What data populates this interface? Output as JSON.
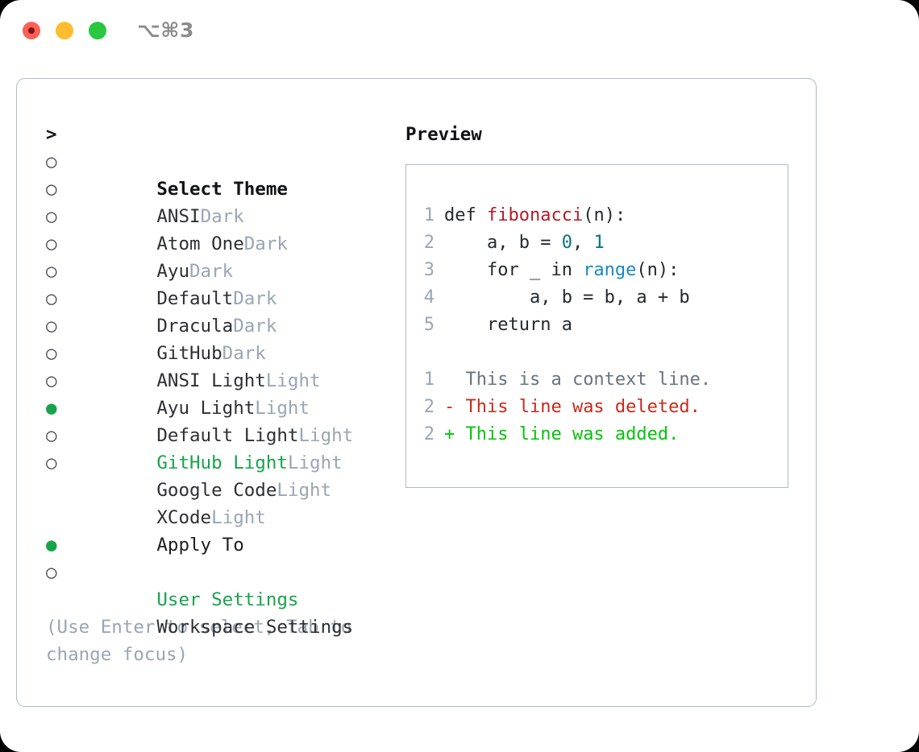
{
  "window": {
    "shortcut_label": "⌥⌘3",
    "traffic_lights": [
      {
        "name": "close",
        "color": "#ff5f57"
      },
      {
        "name": "minimize",
        "color": "#febc2e"
      },
      {
        "name": "zoom",
        "color": "#28c840"
      }
    ]
  },
  "theme_picker": {
    "caret": ">",
    "title": "Select Theme",
    "selected_marker": "●",
    "unselected_marker": "○",
    "items": [
      {
        "name": "ANSI",
        "tag": "Dark",
        "selected": false
      },
      {
        "name": "Atom One",
        "tag": "Dark",
        "selected": false
      },
      {
        "name": "Ayu",
        "tag": "Dark",
        "selected": false
      },
      {
        "name": "Default",
        "tag": "Dark",
        "selected": false
      },
      {
        "name": "Dracula",
        "tag": "Dark",
        "selected": false
      },
      {
        "name": "GitHub",
        "tag": "Dark",
        "selected": false
      },
      {
        "name": "ANSI Light",
        "tag": "Light",
        "selected": false
      },
      {
        "name": "Ayu Light",
        "tag": "Light",
        "selected": false
      },
      {
        "name": "Default Light",
        "tag": "Light",
        "selected": false
      },
      {
        "name": "GitHub Light",
        "tag": "Light",
        "selected": true
      },
      {
        "name": "Google Code",
        "tag": "Light",
        "selected": false
      },
      {
        "name": "XCode",
        "tag": "Light",
        "selected": false
      }
    ]
  },
  "apply_to": {
    "title": "Apply To",
    "items": [
      {
        "name": "User Settings",
        "selected": true
      },
      {
        "name": "Workspace Settings",
        "selected": false
      }
    ]
  },
  "hint": "(Use Enter to select, Tab to change focus)",
  "preview": {
    "title": "Preview",
    "code_lines": [
      {
        "lineno": "1",
        "tokens": [
          {
            "text": "def ",
            "kind": "plain"
          },
          {
            "text": "fibonacci",
            "kind": "fn"
          },
          {
            "text": "(n):",
            "kind": "plain"
          }
        ]
      },
      {
        "lineno": "2",
        "tokens": [
          {
            "text": "    a, b = ",
            "kind": "plain"
          },
          {
            "text": "0",
            "kind": "num"
          },
          {
            "text": ", ",
            "kind": "plain"
          },
          {
            "text": "1",
            "kind": "num"
          }
        ]
      },
      {
        "lineno": "3",
        "tokens": [
          {
            "text": "    for _ in ",
            "kind": "plain"
          },
          {
            "text": "range",
            "kind": "builtin"
          },
          {
            "text": "(n):",
            "kind": "plain"
          }
        ]
      },
      {
        "lineno": "4",
        "tokens": [
          {
            "text": "        a, b = b, a + b",
            "kind": "plain"
          }
        ]
      },
      {
        "lineno": "5",
        "tokens": [
          {
            "text": "    return a",
            "kind": "plain"
          }
        ]
      }
    ],
    "diff_lines": [
      {
        "lineno": "1",
        "sign": " ",
        "text": " This is a context line.",
        "kind": "context"
      },
      {
        "lineno": "2",
        "sign": "-",
        "text": " This line was deleted.",
        "kind": "deleted"
      },
      {
        "lineno": "2",
        "sign": "+",
        "text": " This line was added.",
        "kind": "added"
      }
    ]
  },
  "colors": {
    "accent_green": "#17a34a",
    "diff_add": "#07c40c",
    "diff_del": "#c62b1d",
    "muted": "#9aa5b4",
    "border": "#b0bac8",
    "fn": "#b31d28",
    "num": "#0b7285",
    "builtin": "#1a87c9"
  }
}
